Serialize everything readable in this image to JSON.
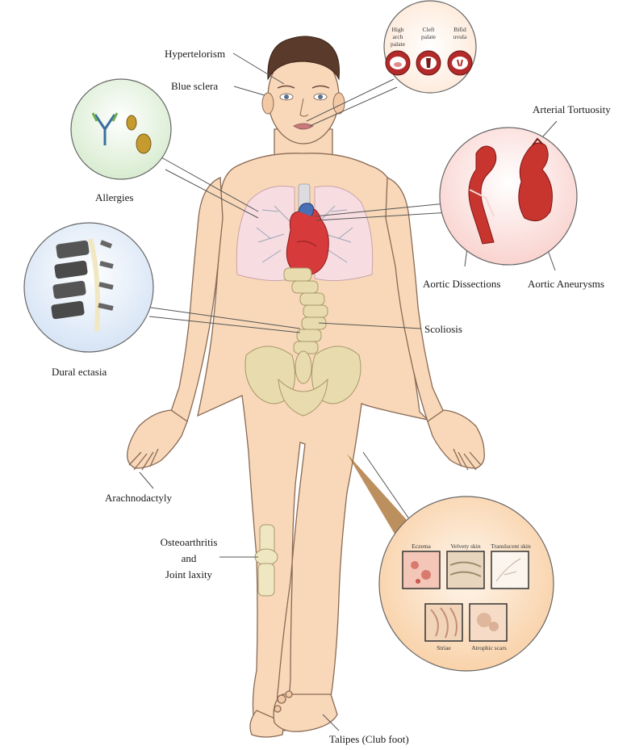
{
  "labels": {
    "hypertelorism": "Hypertelorism",
    "blue_sclera": "Blue sclera",
    "allergies": "Allergies",
    "dural_ectasia": "Dural ectasia",
    "scoliosis": "Scoliosis",
    "arachnodactyly": "Arachnodactyly",
    "osteoarthritis": "Osteoarthritis",
    "and": "and",
    "joint_laxity": "Joint laxity",
    "talipes": "Talipes (Club foot)",
    "arterial_tortuosity": "Arterial  Tortuosity",
    "aortic_dissections": "Aortic Dissections",
    "aortic_aneurysms": "Aortic Aneurysms"
  },
  "palate_inset": {
    "high_arch": "High arch palate",
    "cleft": "Cleft palate",
    "bifid": "Bifid uvula"
  },
  "skin_inset": {
    "eczema": "Eczema",
    "velvety": "Velvety skin",
    "translucent": "Translucent skin",
    "striae": "Striae",
    "atrophic": "Atrophic scars"
  },
  "colors": {
    "skin": "#f8d8b8",
    "skin_outline": "#8a6a55",
    "hair": "#5a3a2a",
    "lung": "#f7dde2",
    "heart": "#d63a3a",
    "bone": "#e8dcae",
    "allergy_bg": "#e6f3e0",
    "spine_bg": "#e2ecf7",
    "aorta_bg": "#fbe3e1",
    "skin_bg": "#fbe2c8"
  }
}
